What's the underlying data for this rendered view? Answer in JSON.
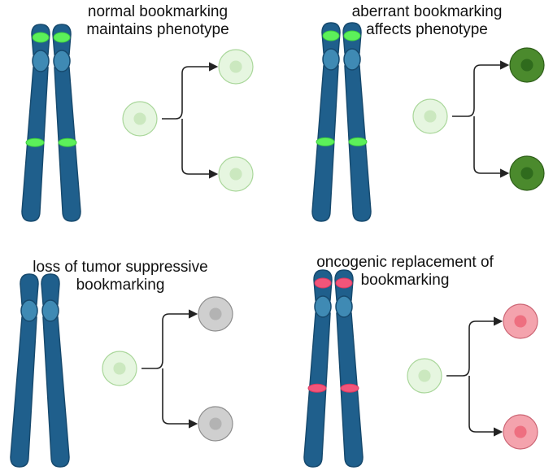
{
  "panels": [
    {
      "caption": [
        "normal bookmarking",
        "maintains phenotype"
      ],
      "mark_color": "#5cf05a",
      "mark_edge": "#3cc93f",
      "bands": "yes",
      "daughter_fill": "#e6f6e0",
      "daughter_edge": "#aad79b",
      "daughter_nucleus": "#cbe8bf"
    },
    {
      "caption": [
        "aberrant bookmarking",
        "affects phenotype"
      ],
      "mark_color": "#5cf05a",
      "mark_edge": "#3cc93f",
      "bands": "yes",
      "daughter_fill": "#4b8a2d",
      "daughter_edge": "#2f5f1a",
      "daughter_nucleus": "#2f6b1d"
    },
    {
      "caption": [
        "loss of tumor suppressive",
        "bookmarking"
      ],
      "mark_color": "none",
      "mark_edge": "none",
      "bands": "no",
      "daughter_fill": "#cfcfcf",
      "daughter_edge": "#8e8e8e",
      "daughter_nucleus": "#b3b3b3"
    },
    {
      "caption": [
        "oncogenic replacement of",
        "bookmarking"
      ],
      "mark_color": "#f2557a",
      "mark_edge": "#d8385f",
      "bands": "yes",
      "daughter_fill": "#f4a3ad",
      "daughter_edge": "#cc6675",
      "daughter_nucleus": "#ee6f80"
    }
  ],
  "colors": {
    "chromosome": "#1f5f8c",
    "chromosome_edge": "#174a6e",
    "centromere": "#3f8ab4",
    "mother_fill": "#e6f6e0",
    "mother_edge": "#aad79b",
    "mother_nucleus": "#cbe8bf",
    "arrow": "#222222"
  }
}
